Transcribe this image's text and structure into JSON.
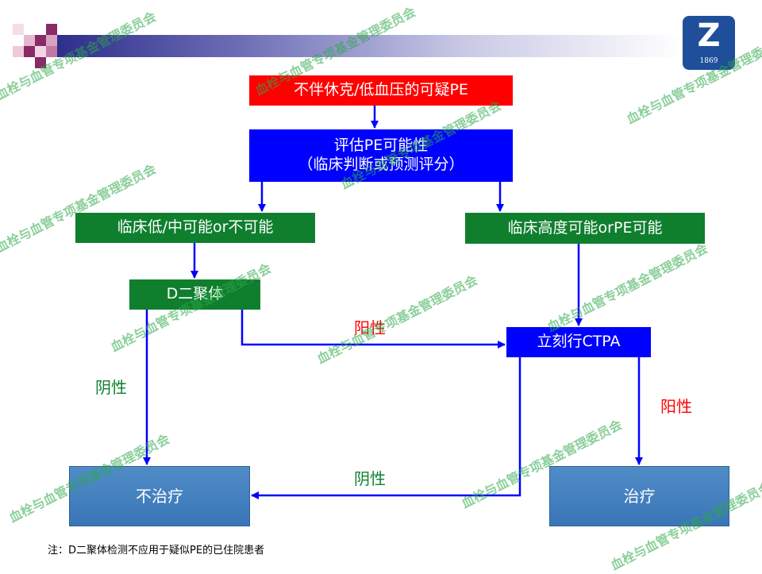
{
  "boxes": {
    "start": "不伴休克/低血压的可疑PE",
    "assess_line1": "评估PE可能性",
    "assess_line2": "（临床判断或预测评分）",
    "low": "临床低/中可能or不可能",
    "high": "临床高度可能orPE可能",
    "ddimer": "D二聚体",
    "ctpa": "立刻行CTPA",
    "no_treat": "不治疗",
    "treat": "治疗"
  },
  "labels": {
    "ddimer_positive": "阳性",
    "ddimer_negative": "阴性",
    "ctpa_positive": "阳性",
    "ctpa_negative": "阴性"
  },
  "note": "注：D二聚体检测不应用于疑似PE的已住院患者",
  "logo": {
    "year": "1869",
    "mark_icon": "z-shield-logo"
  },
  "watermark": "血栓与血管专项基金管理委员会",
  "colors": {
    "start": "#ff0000",
    "assess": "#0000ff",
    "branch": "#0f7f2e",
    "outcome": "#3a76b8",
    "arrow": "#0000ff",
    "positive_text": "#ff0000",
    "negative_text": "#0f7f2e"
  }
}
